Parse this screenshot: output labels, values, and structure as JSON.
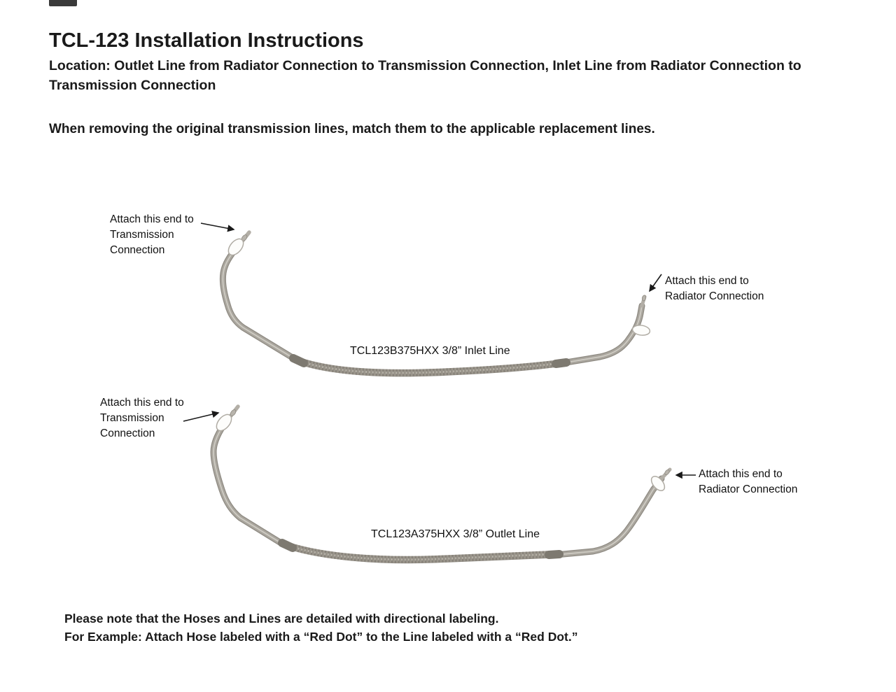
{
  "doc": {
    "title": "TCL-123 Installation Instructions",
    "location_line": "Location: Outlet Line from Radiator Connection to Transmission Connection, Inlet Line from Radiator Connection to Transmission Connection",
    "intro": "When removing the original transmission lines, match them to the applicable replacement lines.",
    "note_line1": "Please note that the Hoses and Lines are detailed with directional labeling.",
    "note_line2": "For Example: Attach Hose labeled with a “Red Dot” to the Line labeled with a “Red Dot.”"
  },
  "diagrams": {
    "inlet": {
      "label": "TCL123B375HXX  3/8” Inlet Line",
      "transmission_callout": "Attach this end to\nTransmission\nConnection",
      "radiator_callout": "Attach this end to\nRadiator Connection"
    },
    "outlet": {
      "label": "TCL123A375HXX  3/8” Outlet Line",
      "transmission_callout": "Attach this end to\nTransmission\nConnection",
      "radiator_callout": "Attach this end to\nRadiator Connection"
    }
  },
  "colors": {
    "tube_metal": "#aaa69e",
    "tube_edge": "#8e8a82",
    "tube_highlight": "#d2cfc7",
    "braid": "#9b968c",
    "braid_weave": "#6f6b63",
    "fitting_flange": "#fdfdfb",
    "arrow": "#1a1a1a",
    "text": "#1a1a1a"
  }
}
